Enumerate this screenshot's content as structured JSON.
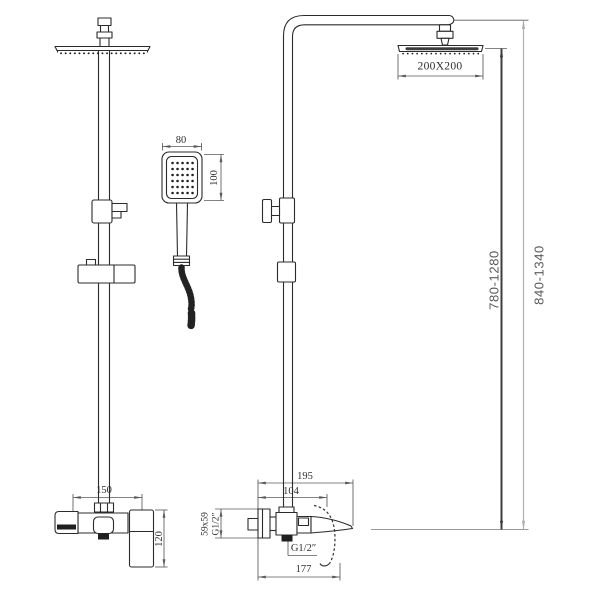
{
  "drawing_type": "shower-set-technical-dimension-drawing",
  "colors": {
    "background": "#ffffff",
    "line": "#2b2b2b",
    "dim": "#5a5a5a",
    "dim_dark": "#3d3d3d",
    "dim_light": "#b0b0b0",
    "text": "#2e2e2e",
    "range_text": "#5a5a5a",
    "fill_dark": "#1f1f1f"
  },
  "labels": {
    "rain_head_size": "200X200",
    "hand_shower_width": "80",
    "hand_shower_height": "100",
    "pipe_height_range": "780-1280",
    "total_height_range": "840-1340",
    "faucet_width": "150",
    "handle_height": "120",
    "depth_total": "195",
    "depth_body": "104",
    "escutcheon_size": "59x59",
    "inlet_thread": "G1/2″",
    "outlet_thread": "G1/2″",
    "handle_depth": "177"
  }
}
